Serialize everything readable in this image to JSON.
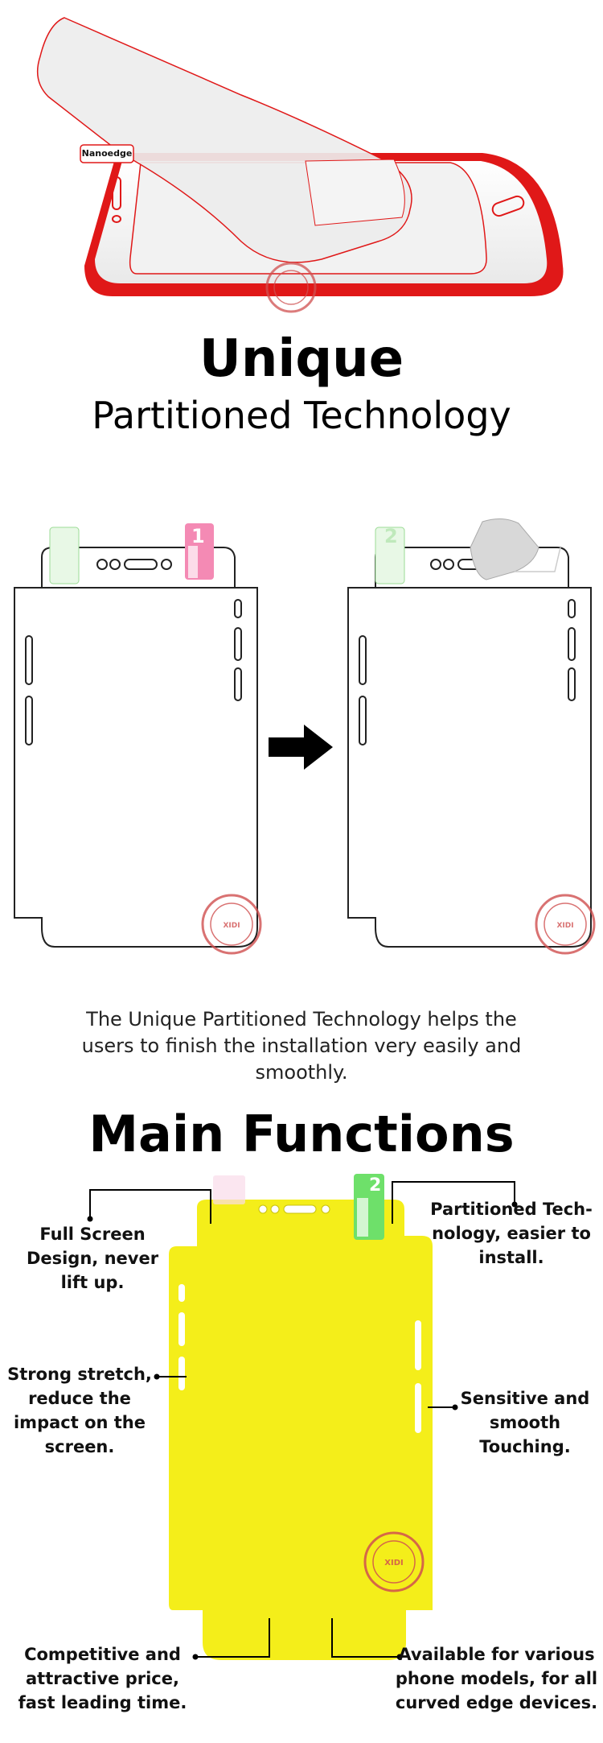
{
  "hero": {
    "tab_label": "Nanoedge"
  },
  "section1": {
    "title": "Unique",
    "subtitle": "Partitioned Technology"
  },
  "steps": {
    "left_tab_number": "1",
    "right_tab_number": "2"
  },
  "description": "The Unique Partitioned Technology helps the users to finish the installation very easily and smoothly.",
  "section2": {
    "title": "Main Functions",
    "tab_number": "2",
    "features": {
      "full_screen": "Full Screen Design, never lift up.",
      "partitioned": "Partitioned Tech-nology, easier to install.",
      "stretch": "Strong stretch, reduce the impact on the screen.",
      "touching": "Sensitive and smooth Touching.",
      "price": "Competitive and attractive price, fast leading time.",
      "models": "Available for various phone models, for all curved edge devices."
    }
  },
  "colors": {
    "accent_red": "#e01818",
    "film_yellow": "#f4ee1a",
    "tab_pink": "#f48ab4",
    "tab_green": "#6ee06a",
    "seal_red": "#d05050"
  },
  "icons": [
    "phone-film-illustration",
    "right-arrow-icon",
    "seal-logo-icon"
  ]
}
